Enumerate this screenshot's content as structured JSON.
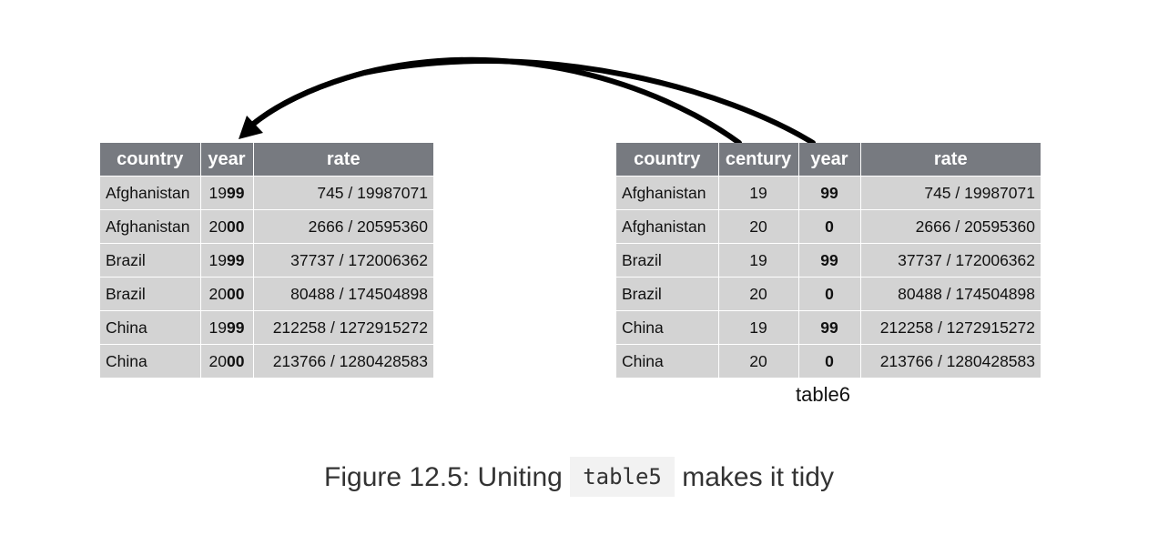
{
  "left_table": {
    "headers": [
      "country",
      "year",
      "rate"
    ],
    "rows": [
      {
        "country": "Afghanistan",
        "year_prefix": "19",
        "year_suffix": "99",
        "rate": "745 / 19987071"
      },
      {
        "country": "Afghanistan",
        "year_prefix": "20",
        "year_suffix": "00",
        "rate": "2666 / 20595360"
      },
      {
        "country": "Brazil",
        "year_prefix": "19",
        "year_suffix": "99",
        "rate": "37737 / 172006362"
      },
      {
        "country": "Brazil",
        "year_prefix": "20",
        "year_suffix": "00",
        "rate": "80488 / 174504898"
      },
      {
        "country": "China",
        "year_prefix": "19",
        "year_suffix": "99",
        "rate": "212258 / 1272915272"
      },
      {
        "country": "China",
        "year_prefix": "20",
        "year_suffix": "00",
        "rate": "213766 / 1280428583"
      }
    ]
  },
  "right_table": {
    "headers": [
      "country",
      "century",
      "year",
      "rate"
    ],
    "rows": [
      {
        "country": "Afghanistan",
        "century": "19",
        "year": "99",
        "rate": "745 / 19987071"
      },
      {
        "country": "Afghanistan",
        "century": "20",
        "year": "0",
        "rate": "2666 / 20595360"
      },
      {
        "country": "Brazil",
        "century": "19",
        "year": "99",
        "rate": "37737 / 172006362"
      },
      {
        "country": "Brazil",
        "century": "20",
        "year": "0",
        "rate": "80488 / 174504898"
      },
      {
        "country": "China",
        "century": "19",
        "year": "99",
        "rate": "212258 / 1272915272"
      },
      {
        "country": "China",
        "century": "20",
        "year": "0",
        "rate": "213766 / 1280428583"
      }
    ],
    "label": "table6"
  },
  "caption": {
    "prefix": "Figure 12.5: Uniting",
    "code": "table5",
    "suffix": "makes it tidy"
  },
  "colors": {
    "header_bg": "#777a80",
    "cell_bg": "#d3d3d3",
    "arrow": "#000000"
  }
}
